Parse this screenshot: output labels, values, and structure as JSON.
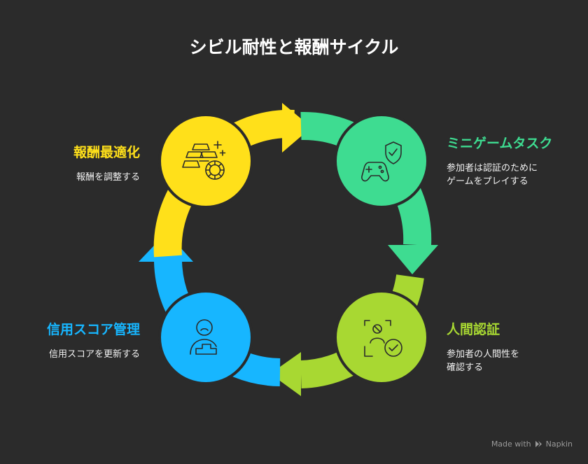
{
  "title": "シビル耐性と報酬サイクル",
  "colors": {
    "background": "#2b2b2b",
    "yellow": "#ffe01a",
    "green": "#3edc91",
    "lime": "#a8d832",
    "blue": "#17b6ff"
  },
  "stages": [
    {
      "id": "minigame",
      "title": "ミニゲームタスク",
      "description_lines": [
        "参加者は認証のために",
        "ゲームをプレイする"
      ],
      "icon": "gamepad-shield-icon",
      "color": "#3edc91"
    },
    {
      "id": "human-verification",
      "title": "人間認証",
      "description_lines": [
        "参加者の人間性を",
        "確認する"
      ],
      "icon": "face-scan-check-icon",
      "color": "#a8d832"
    },
    {
      "id": "credit-score",
      "title": "信用スコア管理",
      "description_lines": [
        "信用スコアを更新する"
      ],
      "icon": "person-podium-icon",
      "color": "#17b6ff"
    },
    {
      "id": "reward-optimization",
      "title": "報酬最適化",
      "description_lines": [
        "報酬を調整する"
      ],
      "icon": "gold-bars-coin-icon",
      "color": "#ffe01a"
    }
  ],
  "footer": {
    "made_with": "Made with",
    "brand": "Napkin",
    "icon": "napkin-logo-icon"
  }
}
